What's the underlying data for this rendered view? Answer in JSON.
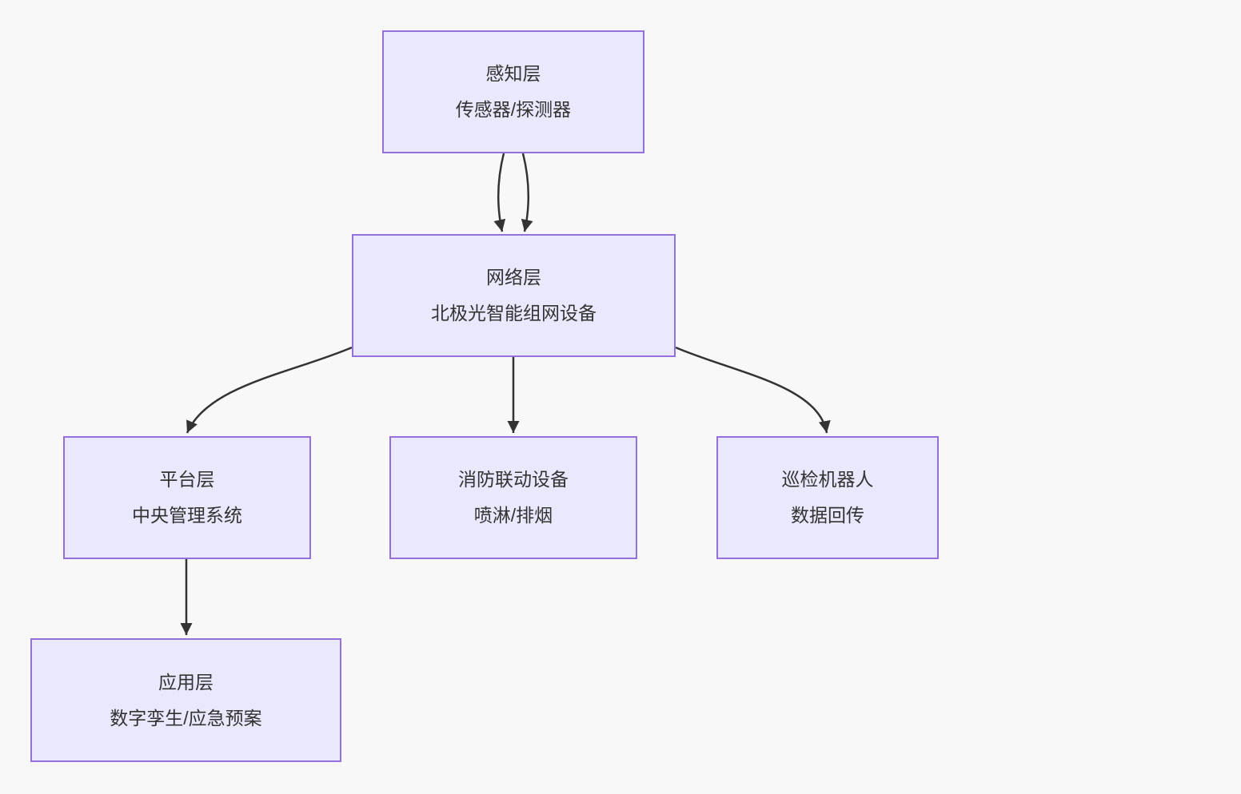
{
  "diagram": {
    "type": "flowchart",
    "direction": "top-down",
    "colors": {
      "background": "#f8f8f8",
      "node_fill": "#e9e8fc",
      "node_border": "#9370db",
      "edge": "#333333",
      "text": "#333333"
    },
    "nodes": {
      "perception": {
        "line1": "感知层",
        "line2": "传感器/探测器"
      },
      "network": {
        "line1": "网络层",
        "line2": "北极光智能组网设备"
      },
      "platform": {
        "line1": "平台层",
        "line2": "中央管理系统"
      },
      "fire": {
        "line1": "消防联动设备",
        "line2": "喷淋/排烟"
      },
      "robot": {
        "line1": "巡检机器人",
        "line2": "数据回传"
      },
      "application": {
        "line1": "应用层",
        "line2": "数字孪生/应急预案"
      }
    },
    "edges": [
      {
        "from": "perception",
        "to": "network",
        "arrow": "down"
      },
      {
        "from": "perception",
        "to": "network",
        "arrow": "down"
      },
      {
        "from": "network",
        "to": "platform",
        "arrow": "down"
      },
      {
        "from": "network",
        "to": "fire",
        "arrow": "down"
      },
      {
        "from": "network",
        "to": "robot",
        "arrow": "down"
      },
      {
        "from": "platform",
        "to": "application",
        "arrow": "down"
      }
    ]
  }
}
